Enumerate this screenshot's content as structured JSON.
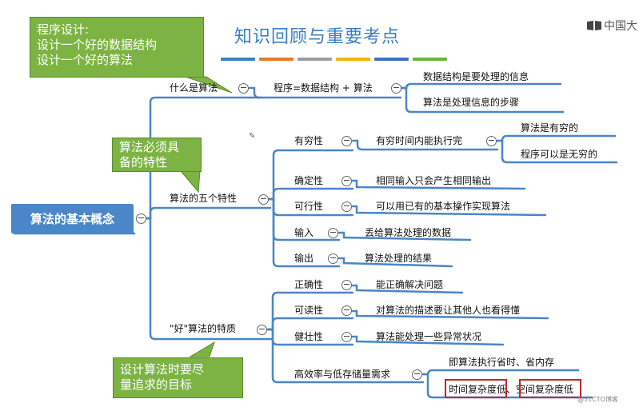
{
  "title": "知识回顾与重要考点",
  "brand": {
    "text": "中国大",
    "icon": "book-logo-icon"
  },
  "watermark": "@51CTO博客",
  "colors": {
    "root_bg": "#4a86c8",
    "callout_bg": "#7cb342",
    "line": "#4a86c8",
    "title": "#3a7fc4",
    "highlight_border": "#c0282d",
    "strip": [
      "#3a7fc4",
      "#e8782c",
      "#9e9e9e",
      "#f4b400",
      "#3f6fc4",
      "#6fb33f"
    ]
  },
  "root": "算法的基本概念",
  "callouts": {
    "program": [
      "程序设计:",
      "设计一个好的数据结构",
      "设计一个好的算法"
    ],
    "must": [
      "算法必须具",
      "备的特性"
    ],
    "goal": [
      "设计算法时要尽",
      "量追求的目标"
    ]
  },
  "branches": {
    "what": {
      "label": "什么是算法",
      "child": "程序=数据结构 + 算法",
      "leaves": [
        "数据结构是要处理的信息",
        "算法是处理信息的步骤"
      ]
    },
    "five": {
      "label": "算法的五个特性",
      "items": [
        {
          "label": "有穷性",
          "desc": "有穷时间内能执行完",
          "leaves": [
            "算法是有穷的",
            "程序可以是无穷的"
          ]
        },
        {
          "label": "确定性",
          "desc": "相同输入只会产生相同输出"
        },
        {
          "label": "可行性",
          "desc": "可以用已有的基本操作实现算法"
        },
        {
          "label": "输入",
          "desc": "丢给算法处理的数据"
        },
        {
          "label": "输出",
          "desc": "算法处理的结果"
        }
      ]
    },
    "good": {
      "label": "\"好\"算法的特质",
      "items": [
        {
          "label": "正确性",
          "desc": "能正确解决问题"
        },
        {
          "label": "可读性",
          "desc": "对算法的描述要让其他人也看得懂"
        },
        {
          "label": "健壮性",
          "desc": "算法能处理一些异常状况"
        },
        {
          "label": "高效率与低存储量需求",
          "leaves": [
            "即算法执行省时、省内存"
          ]
        }
      ],
      "complexity": {
        "time": "时间复杂度",
        "low1": "低、",
        "space": "空间复杂度",
        "low2": "低"
      }
    }
  }
}
